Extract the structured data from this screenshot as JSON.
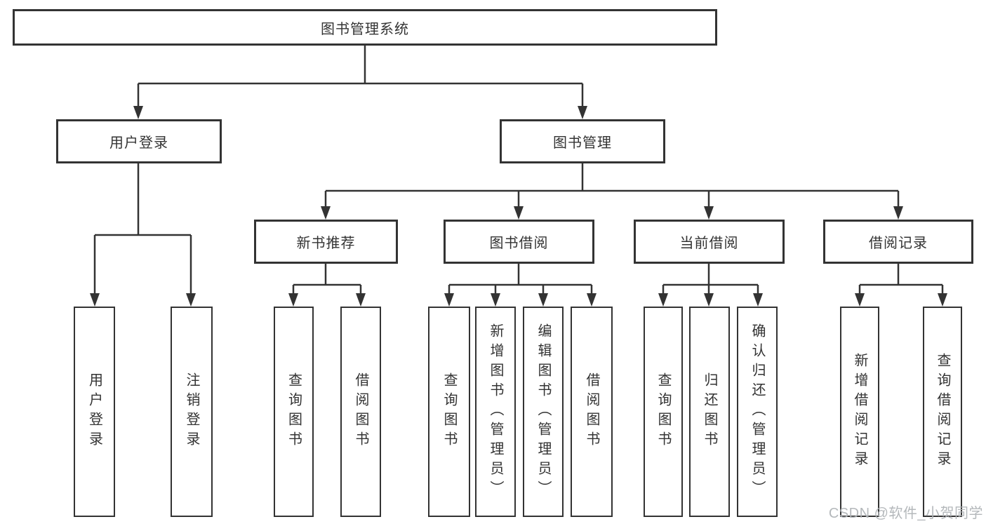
{
  "diagram": {
    "root": {
      "label": "图书管理系统"
    },
    "branches": [
      {
        "label": "用户登录",
        "children": [
          {
            "label": "用户登录"
          },
          {
            "label": "注销登录"
          }
        ]
      },
      {
        "label": "图书管理",
        "children": [
          {
            "label": "新书推荐",
            "children": [
              {
                "label": "查询图书"
              },
              {
                "label": "借阅图书"
              }
            ]
          },
          {
            "label": "图书借阅",
            "children": [
              {
                "label": "查询图书"
              },
              {
                "label": "新增图书（管理员）"
              },
              {
                "label": "编辑图书（管理员）"
              },
              {
                "label": "借阅图书"
              }
            ]
          },
          {
            "label": "当前借阅",
            "children": [
              {
                "label": "查询图书"
              },
              {
                "label": "归还图书"
              },
              {
                "label": "确认归还（管理员）"
              }
            ]
          },
          {
            "label": "借阅记录",
            "children": [
              {
                "label": "新增借阅记录"
              },
              {
                "label": "查询借阅记录"
              }
            ]
          }
        ]
      }
    ],
    "watermark": "CSDN @软件_小贺同学",
    "colors": {
      "line": "#333333",
      "box_border": "#333333",
      "text": "#333333",
      "watermark": "#b0b4b7",
      "background": "#ffffff"
    }
  }
}
